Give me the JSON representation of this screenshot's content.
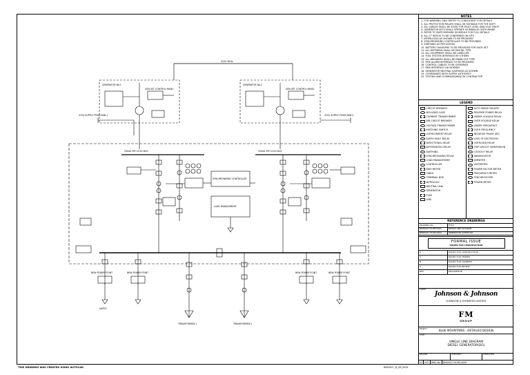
{
  "notes": {
    "heading": "NOTES",
    "items": [
      "1. FOR WARNING ONLY REFER TO CONSULTANT FOR DETAILS",
      "2. ALL PROTECTION RELAYS SHALL BE SUITABLE FOR THE DUTY",
      "3. ALL CABLES SHALL BE SIZED FOR FAULT LEVEL AND VOLT DROP",
      "4. GENERATOR SETS SHALL OPERATE IN PARALLEL WITH MAINS",
      "5. REFER TO SWITCHBOARD SCHEDULE FOR FULL DETAILS",
      "6. ALL CT RATIOS TO BE CONFIRMED ON SITE",
      "7. INTERLOCKS AS SHOWN TO BE PROVIDED",
      "8. SYNCHRONISING CONTROLLER TO BE PROVIDED",
      "9. EARTHING AS PER AS3000",
      "10. BATTERY CHARGERS TO BE PROVIDED FOR EACH SET",
      "11. ALL METERING SHALL BE DIGITAL TYPE",
      "12. ALL EQUIPMENT SHALL BE LABELLED",
      "13. FUEL SYSTEM INTERFACE BY OTHERS",
      "14. ALL BREAKERS SHALL BE DRAW OUT TYPE",
      "15. FIRE ALARM INTERFACE TO BE PROVIDED",
      "16. CONTROL CABLES TO BE SCREENED",
      "17. BMS INTERFACE VIA MODBUS",
      "18. GENERATOR NEUTRAL EARTHING AS SHOWN",
      "19. COORDINATE WITH SUPPLY AUTHORITY",
      "20. TESTING AND COMMISSIONING BY CONTRACTOR"
    ]
  },
  "legend": {
    "heading": "LEGEND",
    "left": [
      "CIRCUIT BREAKER",
      "MOULDED CASE",
      "CURRENT TRANSFORMER",
      "AIR CIRCUIT BREAKER",
      "VOLTAGE TRANSFORMER",
      "EARTHING SWITCH",
      "OVERCURRENT RELAY",
      "EARTH FAULT RELAY",
      "DIRECTIONAL RELAY",
      "DIFFERENTIAL RELAY",
      "EARTHING",
      "SYNCHRONISING RELAY",
      "LOAD MANAGEMENT",
      "CONTROLLER",
      "KWH METER",
      "CABLE",
      "TERMINAL BOX",
      "INTERLOCK",
      "NEUTRAL LINK",
      "GENERATOR",
      "FUSE",
      "LINK"
    ],
    "right": [
      "AUTO MAINS FAILURE",
      "REVERSE POWER RELAY",
      "UNDER VOLTAGE RELAY",
      "OVER VOLTAGE RELAY",
      "UNDER FREQUENCY",
      "OVER FREQUENCY",
      "NEGATIVE PHASE SEQ",
      "LOSS OF EXCITATION",
      "OVERLOAD RELAY",
      "TRIP CIRCUIT SUPERVISION",
      "LOCKOUT RELAY",
      "ANNUNCIATOR",
      "AMMETER",
      "VOLTMETER",
      "POWER FACTOR METER",
      "FREQUENCY METER",
      "SYNCHROSCOPE",
      "POWER METER"
    ]
  },
  "references": {
    "heading": "REFERENCE DRAWINGS",
    "rows": [
      [
        "DRAWING No.",
        "TITLE"
      ],
      [
        "BMS0027-M-DR-0001",
        "SINGLE LINE DIAGRAM"
      ],
      [
        "BMS0027-M-DR-0002",
        "GENERATOR SCHEDULE"
      ]
    ]
  },
  "formal": {
    "title": "FORMAL ISSUE",
    "subtitle": "ISSUED FOR CONSTRUCTION"
  },
  "revisions": {
    "rows": [
      [
        "D",
        "ISSUED FOR CONSTRUCTION"
      ],
      [
        "C",
        "ISSUED FOR TENDER"
      ],
      [
        "B",
        "ISSUED FOR COMMENT"
      ],
      [
        "A",
        "ISSUED FOR REVIEW"
      ],
      [
        "REV",
        "DESCRIPTION"
      ]
    ]
  },
  "client": {
    "caption": "CLIENT",
    "logo": "Johnson & Johnson",
    "name": "JOHNSON & JOHNSON LIMITED"
  },
  "firm": {
    "logo": "FM",
    "group": "GROUP"
  },
  "project": {
    "caption": "PROJECT",
    "name": "BLUE MOUNTAINS - DETAILED DESIGN"
  },
  "title": {
    "caption": "TITLE",
    "line1": "SINGLE LINE DIAGRAM",
    "line2": "DIESEL GENERATOR(DG)"
  },
  "info": {
    "a": "DRAWN",
    "b": "CHECKED",
    "c": "APPROVED"
  },
  "dwg": {
    "size": "A3",
    "scale": "NTS",
    "label": "DWG No.",
    "number": "BMS0027-M-DR-0009"
  },
  "footer": {
    "left": "THIS DRAWING WAS CREATED USING AUTOCAD",
    "right": "BMS0027_M_DR_0009"
  },
  "diagram": {
    "gen1_label": "GENERATOR No.1",
    "gen2_label": "GENERATOR No.2",
    "panel1": "GEN SET CONTROL PANEL",
    "panel2": "GEN SET CONTROL PANEL",
    "bus1": "2500A 3PH 415V BUS",
    "bus2": "2500A 3PH 415V BUS",
    "sync_box": "SYNCHRONISING CONTROLLER",
    "load_box": "LOAD MANAGEMENT",
    "feed1": "415V SUPPLY FROM MSB-1",
    "feed2": "415V SUPPLY FROM MSB-2",
    "out1": "NEW POWER POINT",
    "out2": "NEW POWER POINT",
    "out3": "NEW POWER POINT",
    "out4": "NEW POWER POINT",
    "tr1": "TRANSFORMER-1",
    "tr2": "TRANSFORMER-2",
    "top_line": "415V 50Hz",
    "earth": "EARTH"
  }
}
